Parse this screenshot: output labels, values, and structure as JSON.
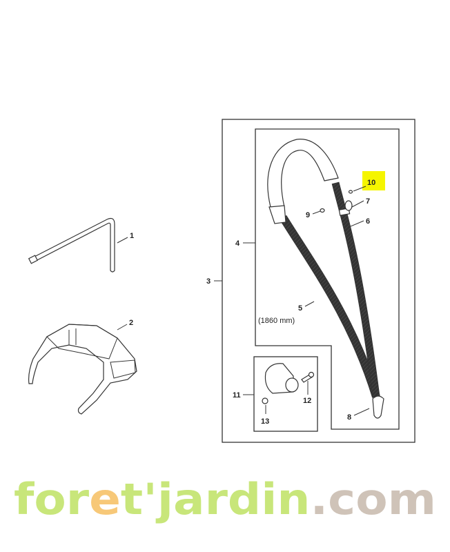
{
  "diagram": {
    "callouts": [
      {
        "id": "1",
        "label": "1"
      },
      {
        "id": "2",
        "label": "2"
      },
      {
        "id": "3",
        "label": "3"
      },
      {
        "id": "4",
        "label": "4"
      },
      {
        "id": "5",
        "label": "5"
      },
      {
        "id": "6",
        "label": "6"
      },
      {
        "id": "7",
        "label": "7"
      },
      {
        "id": "8",
        "label": "8"
      },
      {
        "id": "9",
        "label": "9"
      },
      {
        "id": "10",
        "label": "10"
      },
      {
        "id": "11",
        "label": "11"
      },
      {
        "id": "12",
        "label": "12"
      },
      {
        "id": "13",
        "label": "13"
      }
    ],
    "strap_length": "(1860 mm)",
    "highlight_color": "#f5f500"
  },
  "watermark": {
    "text_part1": "for",
    "text_part2": "e",
    "text_part3": "t'jardin",
    "text_part4": ".com",
    "colors": {
      "green": "#c8e67a",
      "orange": "#f7c878",
      "gray": "#cfc3b8"
    }
  }
}
